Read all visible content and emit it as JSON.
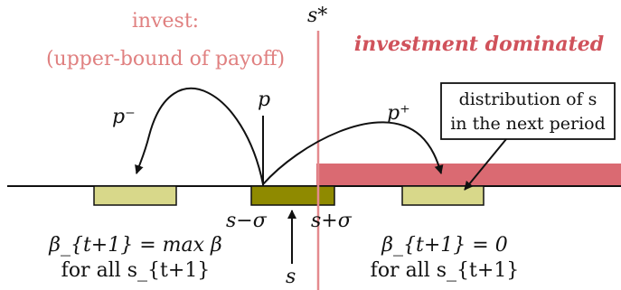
{
  "colors": {
    "threshold_line": "#e48a8e",
    "dominated_band": "#da6a72",
    "dominated_label": "#d0525b",
    "invest_label": "#e89090",
    "current_box": "#8f8a00",
    "outcome_box": "#d8d88a",
    "line": "#111111"
  },
  "labels": {
    "s_star": "s*",
    "invest_line1": "invest:",
    "invest_line2": "(upper-bound of payoff)",
    "investment_dominated": "investment dominated",
    "p": "p",
    "p_minus": "p⁻",
    "p_plus": "p⁺",
    "callout_line1": "distribution of s",
    "callout_line2": "in the next period",
    "s_minus_sigma": "s−σ",
    "s_plus_sigma": "s+σ",
    "s": "s",
    "left_outcome_line1": "β_{t+1} = max β",
    "left_outcome_line2": "for all s_{t+1}",
    "right_outcome_line1": "β_{t+1} = 0",
    "right_outcome_line2": "for all s_{t+1}"
  }
}
